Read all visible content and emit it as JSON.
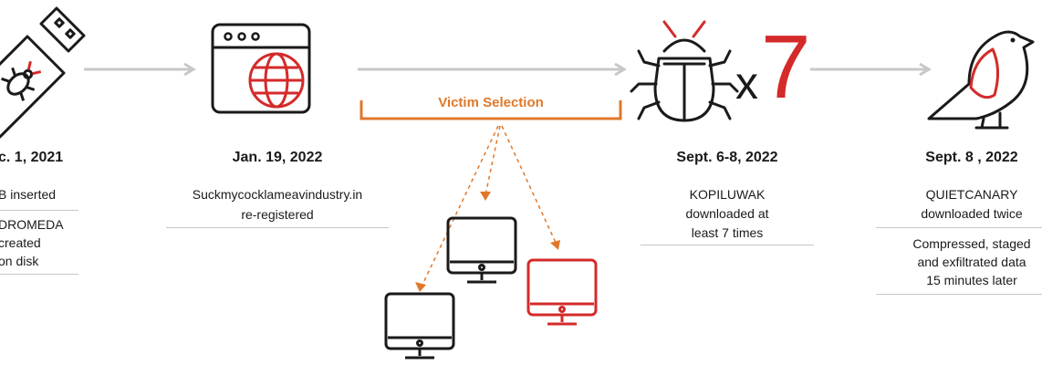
{
  "colors": {
    "accent": "#d42a2a",
    "selection": "#e0782a",
    "line": "#1a1a1a",
    "arrow": "#c8c8c8"
  },
  "timeline": {
    "usb": {
      "icon": "usb-drive-bug-icon",
      "date": "c. 1, 2021",
      "lines": [
        "B inserted",
        "DROMEDA",
        "created",
        "on disk"
      ]
    },
    "domain": {
      "icon": "browser-globe-icon",
      "date": "Jan. 19, 2022",
      "lines": [
        "Suckmycocklameavindustry.in",
        "re-registered"
      ]
    },
    "kopiluwak": {
      "icon": "bug-icon",
      "multiplier_x": "x",
      "multiplier_n": "7",
      "date": "Sept. 6-8, 2022",
      "lines": [
        "KOPILUWAK",
        "downloaded at",
        "least 7 times"
      ]
    },
    "quietcanary": {
      "icon": "bird-icon",
      "date": "Sept. 8 , 2022",
      "lines": [
        "QUIETCANARY",
        "downloaded twice",
        "Compressed, staged",
        "and exfiltrated data",
        "15 minutes later"
      ]
    }
  },
  "victim_selection": {
    "label": "Victim Selection",
    "computers": [
      "computer-icon",
      "computer-icon",
      "computer-icon-selected"
    ]
  }
}
